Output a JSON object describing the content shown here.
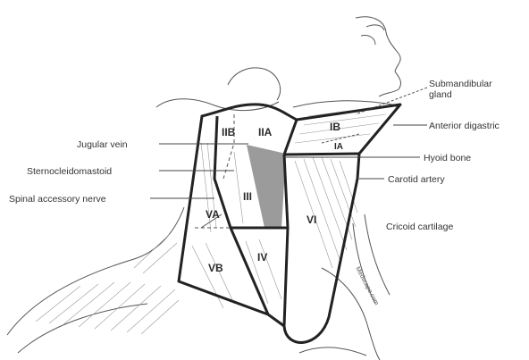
{
  "diagram": {
    "labels": {
      "submandibular_gland": [
        "Submandibular",
        "gland"
      ],
      "anterior_digastric": "Anterior digastric",
      "jugular_vein": "Jugular vein",
      "hyoid_bone": "Hyoid bone",
      "sternocleidomastoid": "Sternocleidomastoid",
      "carotid_artery": "Carotid artery",
      "spinal_accessory_nerve": "Spinal accessory nerve",
      "cricoid_cartilage": "Cricoid cartilage"
    },
    "levels": {
      "IA": "IA",
      "IB": "IB",
      "IIA": "IIA",
      "IIB": "IIB",
      "III": "III",
      "IV": "IV",
      "VA": "VA",
      "VB": "VB",
      "VI": "VI"
    },
    "watermark": "Medscape.com",
    "colors": {
      "outline": "#222222",
      "shaded_region": "#8a8a8a",
      "text": "#333333"
    }
  }
}
